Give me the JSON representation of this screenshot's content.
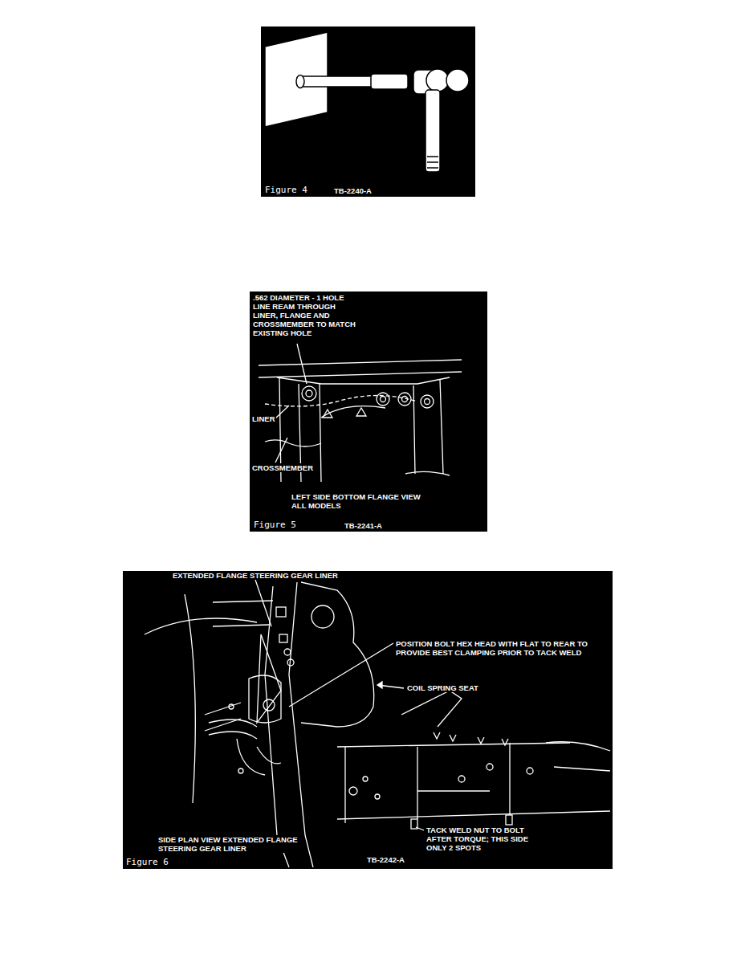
{
  "diagram": {
    "labels": [
      "Figure 4",
      "TB-2240-A",
      ".562 DIAMETER - 1 HOLE LINE REAM THROUGH LINER, FLANGE AND CROSSMEMBER TO MATCH EXISTING HOLE",
      "LINER",
      "CROSSMEMBER",
      "LEFT SIDE BOTTOM FLANGE VIEW ALL MODELS",
      "Figure 5",
      "TB-2241-A",
      "EXTENDED FLANGE STEERING GEAR LINER",
      "POSITION BOLT HEX HEAD WITH FLAT TO REAR TO PROVIDE BEST CLAMPING PRIOR TO TACK WELD",
      "COIL SPRING SEAT",
      "TACK WELD NUT TO BOLT AFTER TORQUE; THIS SIDE ONLY 2 SPOTS",
      "SIDE PLAN VIEW EXTENDED FLANGE STEERING GEAR LINER",
      "Figure 6",
      "TB-2242-A"
    ]
  }
}
